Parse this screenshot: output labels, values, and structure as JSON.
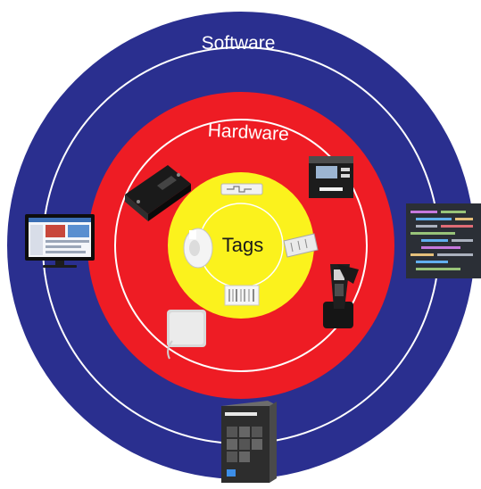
{
  "diagram": {
    "rings": {
      "software": {
        "label": "Software",
        "color": "#2a2f8f"
      },
      "hardware": {
        "label": "Hardware",
        "color": "#ee1c24"
      },
      "tags": {
        "label": "Tags",
        "color": "#fbf21d"
      }
    },
    "ring_stroke_color": "#ffffff",
    "software_items": [
      {
        "icon": "monitor-dashboard-icon"
      },
      {
        "icon": "code-screen-icon"
      },
      {
        "icon": "software-box-icon"
      }
    ],
    "hardware_items": [
      {
        "icon": "rfid-reader-icon"
      },
      {
        "icon": "label-printer-icon"
      },
      {
        "icon": "handheld-scanner-icon"
      },
      {
        "icon": "rfid-antenna-icon"
      }
    ],
    "tag_items": [
      {
        "icon": "inlay-tag-icon"
      },
      {
        "icon": "label-roll-icon"
      },
      {
        "icon": "tag-strip-icon"
      },
      {
        "icon": "barcode-tag-icon"
      }
    ]
  }
}
